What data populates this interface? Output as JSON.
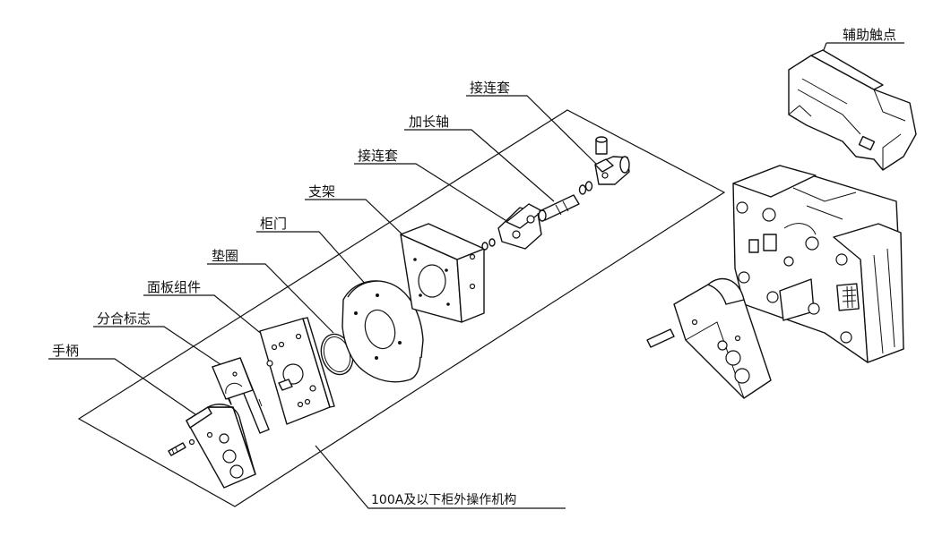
{
  "labels": {
    "handle": "手柄",
    "indicator": "分合标志",
    "panel_assembly": "面板组件",
    "gasket": "垫圈",
    "cabinet_door": "柜门",
    "bracket": "支架",
    "coupling_lower": "接连套",
    "extension_shaft": "加长轴",
    "coupling_upper": "接连套",
    "auxiliary_contact": "辅助触点",
    "caption": "100A及以下柜外操作机构"
  }
}
